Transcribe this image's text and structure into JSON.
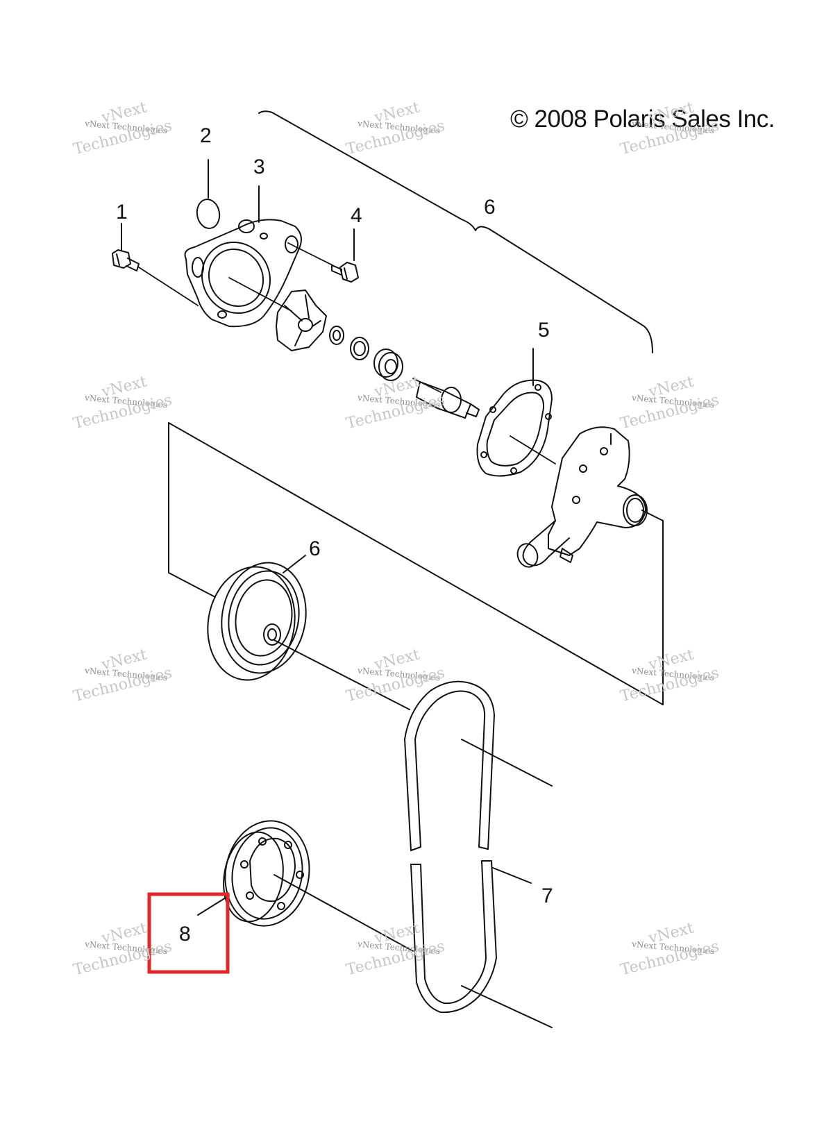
{
  "copyright": "© 2008 Polaris Sales Inc.",
  "watermark": {
    "brand": "vNext",
    "line1": "vNext Technologies",
    "line2": "Technologies"
  },
  "callouts": {
    "c1": "1",
    "c2": "2",
    "c3": "3",
    "c4": "4",
    "c5": "5",
    "c6_top": "6",
    "c6_pulley": "6",
    "c7": "7",
    "c8": "8"
  },
  "colors": {
    "line": "#111111",
    "highlight": "#e32626",
    "watermark": "#b9b9b9"
  }
}
